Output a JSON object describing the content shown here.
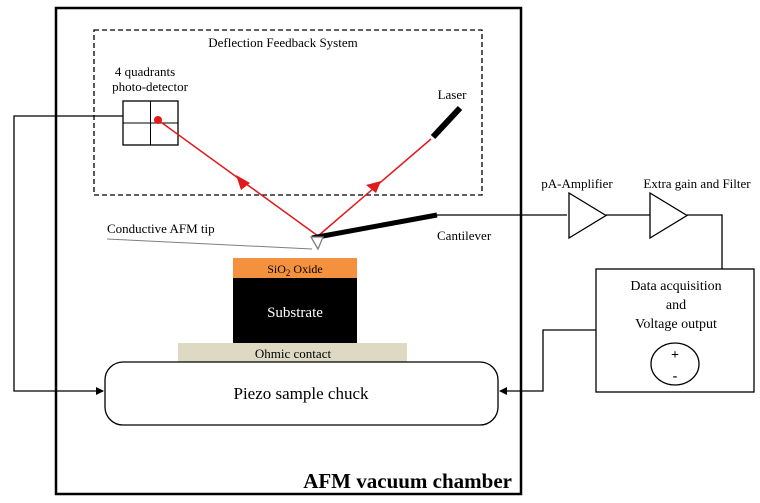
{
  "diagram": {
    "chamber_label": "AFM vacuum chamber",
    "feedback_system_label": "Deflection Feedback System",
    "photodetector_label_line1": "4 quadrants",
    "photodetector_label_line2": "photo-detector",
    "laser_label": "Laser",
    "cantilever_label": "Cantilever",
    "tip_label": "Conductive AFM tip",
    "oxide_label_prefix": "SiO",
    "oxide_label_subscript": "2",
    "oxide_label_suffix": " Oxide",
    "substrate_label": "Substrate",
    "ohmic_contact_label": "Ohmic contact",
    "piezo_label": "Piezo sample chuck",
    "amplifier_label": "pA-Amplifier",
    "filter_label": "Extra gain and Filter",
    "daq_label_line1": "Data acquisition",
    "daq_label_line2": "and",
    "daq_label_line3": "Voltage output",
    "source_plus": "+",
    "source_minus": "-"
  },
  "colors": {
    "laser_beam": "#e0191c",
    "oxide_layer": "#f4913e",
    "substrate": "#000000",
    "ohmic_contact": "#ddd9c3",
    "tip": "#7f7f7f",
    "lines": "#000000"
  }
}
